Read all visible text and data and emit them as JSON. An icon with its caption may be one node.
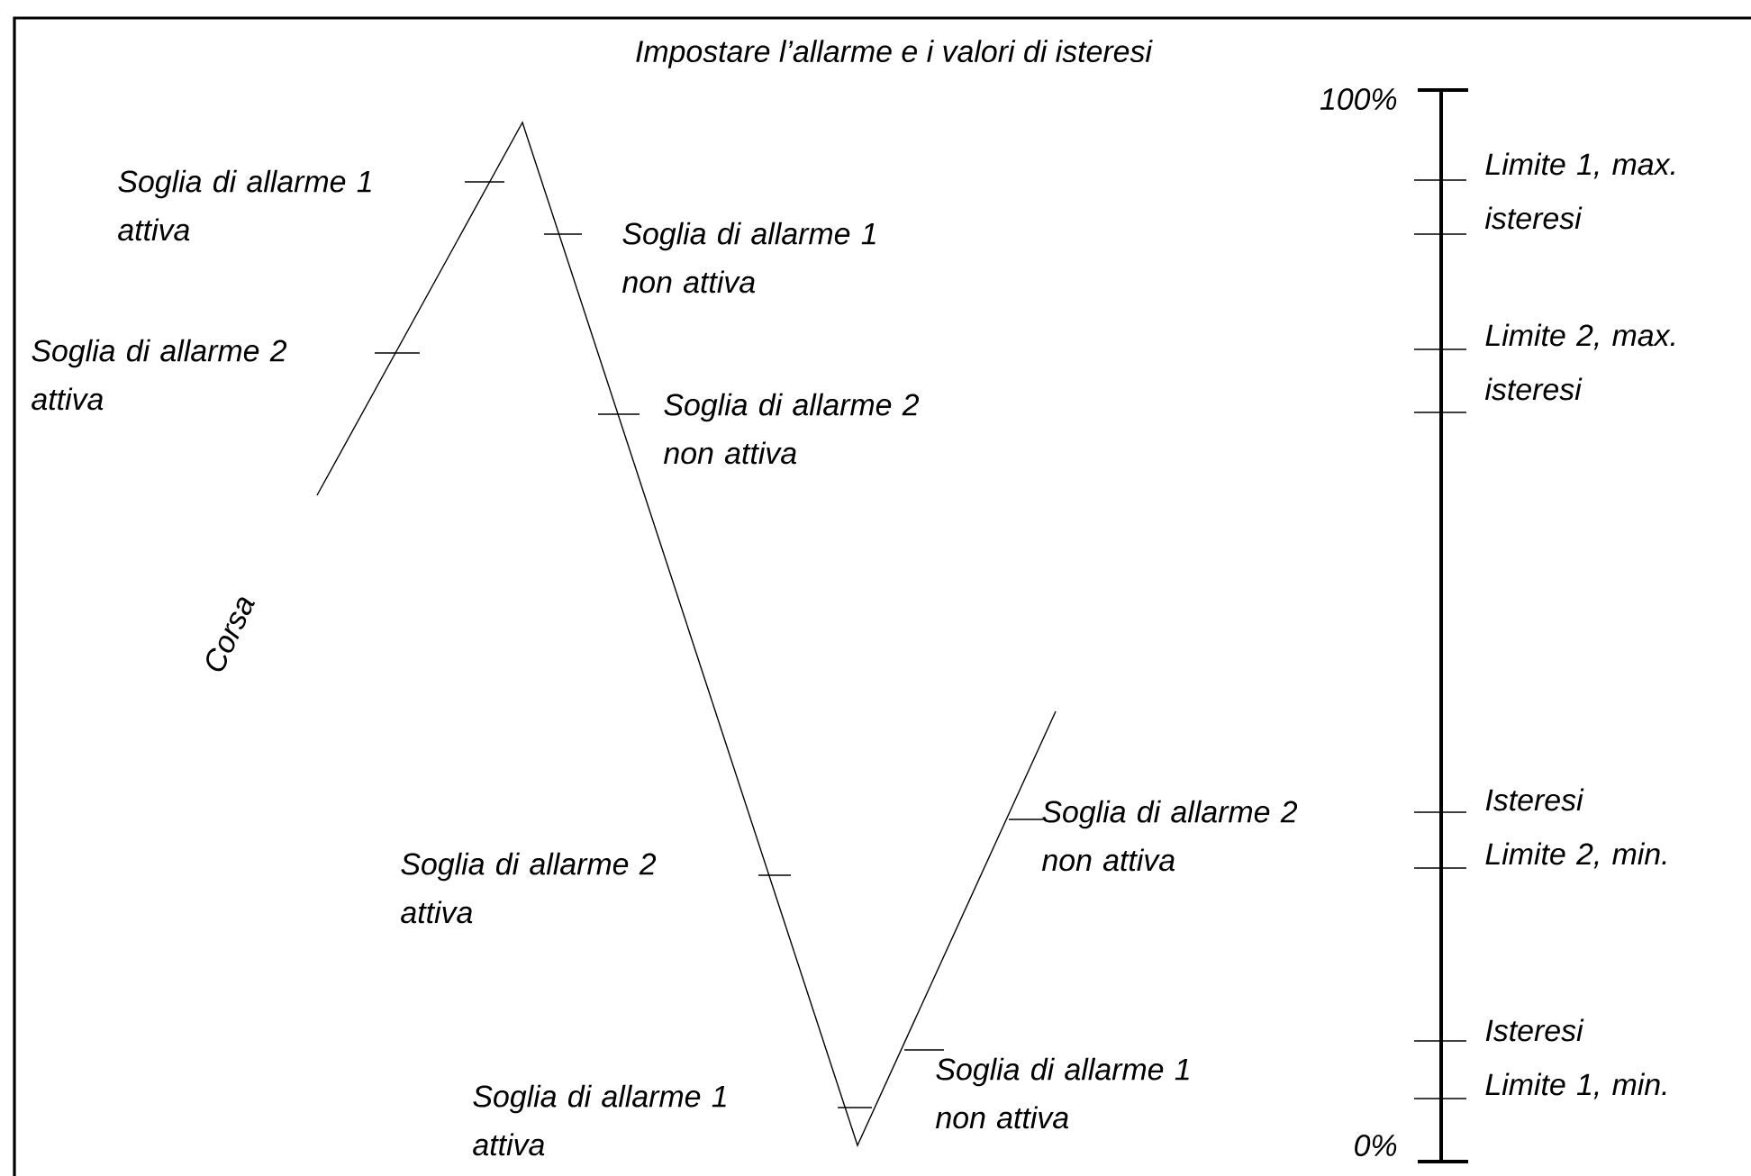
{
  "diagram": {
    "title": "Impostare l’allarme e i valori di isteresi",
    "labels": [
      "100%",
      "Soglia di allarme 1 attiva",
      "Limite 1, max.",
      "isteresi",
      "Soglia di allarme 1 non attiva",
      "Soglia di allarme 2 attiva",
      "Limite 2, max.",
      "isteresi",
      "Soglia di allarme 2 non attiva",
      "Corsa",
      "Isteresi",
      "Soglia di allarme 2 non attiva",
      "Limite 2, min.",
      "Soglia di allarme 2 attiva",
      "Isteresi",
      "Soglia di allarme 1 non attiva",
      "Limite 1, min.",
      "Soglia di allarme 1 attiva",
      "0%"
    ]
  }
}
